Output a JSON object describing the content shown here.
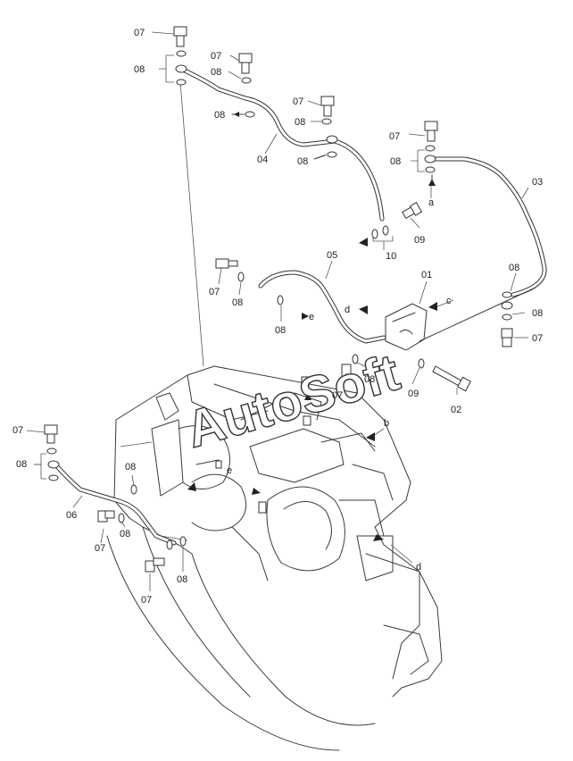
{
  "watermark": "AutoSoft",
  "labels": {
    "p01": "01",
    "p02": "02",
    "p03": "03",
    "p04": "04",
    "p05": "05",
    "p06": "06",
    "p07": "07",
    "p08": "08",
    "p09": "09",
    "p10": "10",
    "a": "a",
    "b": "b",
    "c": "c",
    "d": "d",
    "e": "e"
  },
  "colors": {
    "line": "#333333",
    "background": "#ffffff"
  }
}
